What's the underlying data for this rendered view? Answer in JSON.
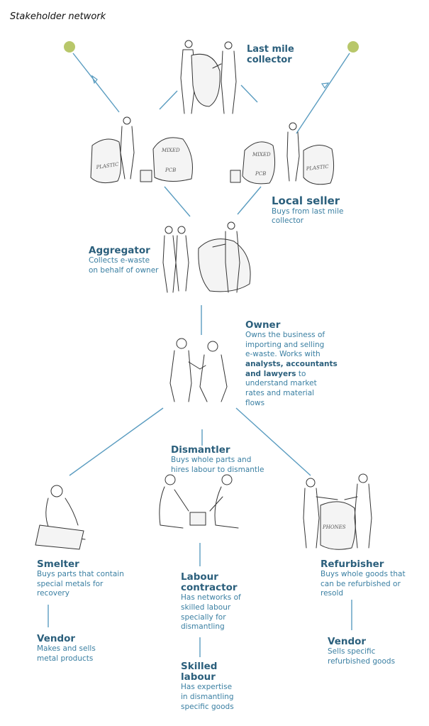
{
  "title": "Stakeholder network",
  "colors": {
    "link": "#5a9cc0",
    "heading": "#2b5f7c",
    "text": "#3a7fa2",
    "source_dot": "#b8c76a"
  },
  "nodes": {
    "last_mile_collector": {
      "name_line1": "Last mile",
      "name_line2": "collector"
    },
    "local_seller": {
      "name": "Local seller",
      "desc_line1": "Buys from last mile",
      "desc_line2": "collector"
    },
    "aggregator": {
      "name": "Aggregator",
      "desc_line1": "Collects e-waste",
      "desc_line2": "on behalf of owner"
    },
    "owner": {
      "name": "Owner",
      "desc_line1": "Owns the business of",
      "desc_line2": "importing and selling",
      "desc_line3": "e-waste. Works with",
      "desc_bold1": "analysts, accountants",
      "desc_bold2": "and lawyers",
      "desc_line5_rest": " to",
      "desc_line6": "understand market",
      "desc_line7": "rates and material",
      "desc_line8": "flows"
    },
    "dismantler": {
      "name": "Dismantler",
      "desc_line1": "Buys whole parts and",
      "desc_line2": "hires labour to dismantle"
    },
    "smelter": {
      "name": "Smelter",
      "desc_line1": "Buys parts that contain",
      "desc_line2": "special metals for",
      "desc_line3": "recovery"
    },
    "vendor_metal": {
      "name": "Vendor",
      "desc_line1": "Makes and sells",
      "desc_line2": "metal products"
    },
    "labour_contractor": {
      "name_line1": "Labour",
      "name_line2": "contractor",
      "desc_line1": "Has networks of",
      "desc_line2": "skilled labour",
      "desc_line3": "specially for",
      "desc_line4": "dismantling"
    },
    "skilled_labour": {
      "name_line1": "Skilled",
      "name_line2": "labour",
      "desc_line1": "Has expertise",
      "desc_line2": "in dismantling",
      "desc_line3": "specific goods"
    },
    "refurbisher": {
      "name": "Refurbisher",
      "desc_line1": "Buys whole goods that",
      "desc_line2": "can be refurbished or",
      "desc_line3": "resold"
    },
    "vendor_refurb": {
      "name": "Vendor",
      "desc_line1": "Sells specific",
      "desc_line2": "refurbished goods"
    }
  },
  "bag_labels": {
    "plastic": "PLASTIC",
    "mixed": "MIXED",
    "pcb": "PCB",
    "phones": "PHONES"
  }
}
